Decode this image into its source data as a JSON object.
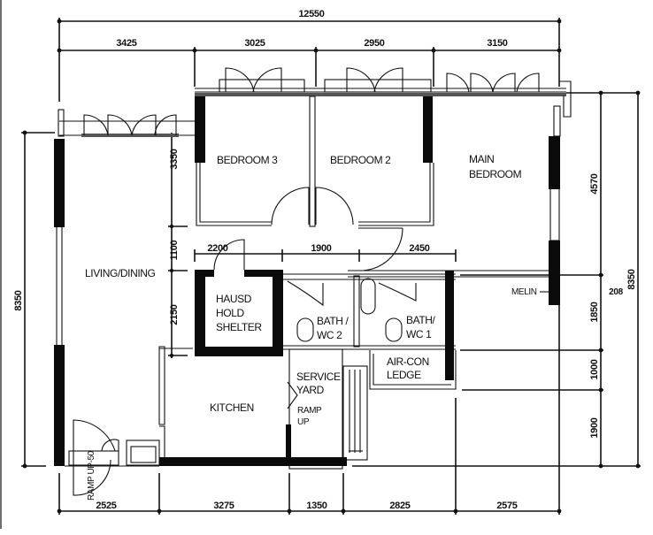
{
  "plan": {
    "type": "apartment floor plan",
    "watermark_hint": "faint grey watermark across middle"
  },
  "rooms": {
    "bedroom3": "BEDROOM 3",
    "bedroom2": "BEDROOM 2",
    "main_bedroom_line1": "MAIN",
    "main_bedroom_line2": "BEDROOM",
    "living_dining": "LIVING/DINING",
    "household_shelter_line1": "HAUSD",
    "household_shelter_line2": "HOLD",
    "household_shelter_line3": "SHELTER",
    "bath_wc2_line1": "BATH /",
    "bath_wc2_line2": "WC 2",
    "bath_wc1_line1": "BATH/",
    "bath_wc1_line2": "WC 1",
    "aircon_line1": "AIR-CON",
    "aircon_line2": "LEDGE",
    "service_line1": "SERVICE",
    "service_line2": "YARD",
    "kitchen": "KITCHEN",
    "ramp_up_service_line1": "RAMP",
    "ramp_up_service_line2": "UP",
    "ramp_up_entry": "RAMP UP-50",
    "mech": "MELIN"
  },
  "dimensions": {
    "top_total": "12550",
    "top_segments": [
      "3425",
      "3025",
      "2950",
      "3150"
    ],
    "bottom_segments": [
      "2525",
      "3275",
      "1350",
      "2825",
      "2575"
    ],
    "left_total": "8350",
    "inner_left": [
      "3350",
      "1100",
      "2150"
    ],
    "corridor": [
      "2200",
      "1900",
      "2450"
    ],
    "right_inner": [
      "4570",
      "1850",
      "1000",
      "1900"
    ],
    "right_total": "8350",
    "right_small": "208"
  }
}
